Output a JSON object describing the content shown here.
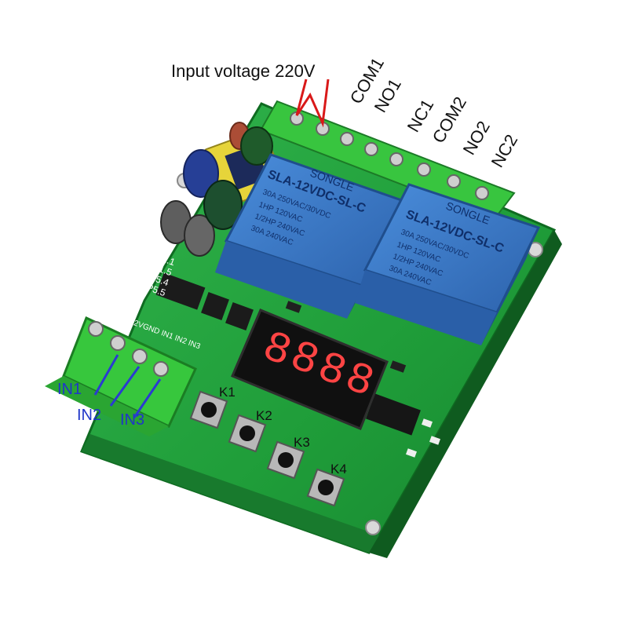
{
  "callouts": {
    "input_voltage": "Input voltage 220V",
    "top_terminals": [
      "COM1",
      "NO1",
      "NC1",
      "COM2",
      "NO2",
      "NC2"
    ],
    "left_inputs": [
      "IN1",
      "IN2",
      "IN3"
    ]
  },
  "board": {
    "input_header_label": "+12VGND IN1 IN2 IN3",
    "jumper_labels": [
      "P1.1",
      "P1.5",
      "P5.4",
      "P5.5"
    ],
    "relay_1": {
      "brand": "SONGLE",
      "model": "SLA-12VDC-SL-C",
      "spec_lines": [
        "30A 250VAC/30VDC",
        "1HP 120VAC",
        "1/2HP 240VAC",
        "30A 240VAC"
      ]
    },
    "relay_2": {
      "brand": "SONGLE",
      "model": "SLA-12VDC-SL-C",
      "spec_lines": [
        "30A 250VAC/30VDC",
        "1HP 120VAC",
        "1/2HP 240VAC",
        "30A 240VAC"
      ]
    },
    "keys": [
      "K1",
      "K2",
      "K3",
      "K4"
    ]
  },
  "colors": {
    "pcb_green": "#2faa43",
    "relay_blue": "#3b78c4",
    "terminal_green": "#3ccf3f",
    "callout_red": "#d91919",
    "callout_blue": "#2a3bd1",
    "display_red": "#ff4444"
  }
}
